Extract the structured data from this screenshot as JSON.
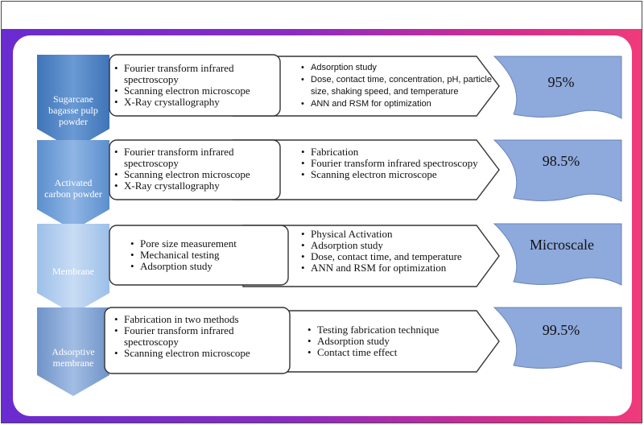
{
  "rows": [
    {
      "label_lines": [
        "Sugarcane",
        "bagasse pulp",
        "powder"
      ],
      "left_items": [
        "Fourier transform infrared spectroscopy",
        "Scanning electron microscope",
        "X-Ray crystallography"
      ],
      "right_items": [
        "Adsorption study",
        "Dose, contact time, concentration, pH, particle size, shaking speed, and temperature",
        "ANN and RSM for optimization"
      ],
      "result": "95%"
    },
    {
      "label_lines": [
        "Activated",
        "carbon powder"
      ],
      "left_items": [
        "Fourier transform infrared spectroscopy",
        "Scanning electron microscope",
        "X-Ray crystallography"
      ],
      "right_items": [
        "Fabrication",
        "Fourier transform infrared spectroscopy",
        "Scanning electron microscope"
      ],
      "result": "98.5%"
    },
    {
      "label_lines": [
        "Membrane"
      ],
      "left_items": [
        "Pore size measurement",
        "Mechanical testing",
        "Adsorption study"
      ],
      "right_items": [
        "Physical Activation",
        "Adsorption study",
        "Dose, contact time, and temperature",
        "ANN and RSM for optimization"
      ],
      "result": "Microscale"
    },
    {
      "label_lines": [
        "Adsorptive",
        "membrane"
      ],
      "left_items": [
        "Fabrication in two methods",
        "Fourier transform infrared spectroscopy",
        "Scanning electron microscope"
      ],
      "right_items": [
        "Testing fabrication technique",
        "Adsorption study",
        "Contact time effect"
      ],
      "result": "99.5%"
    }
  ],
  "colors": {
    "gradient_start": "#6a2bd0",
    "gradient_end": "#ef3b7a",
    "chevron_1": "#4f86c6",
    "chevron_2": "#6f9fd6",
    "chevron_3": "#a9c8ec",
    "chevron_4": "#7d9ed0",
    "result_fill": "#8ea9dc"
  }
}
